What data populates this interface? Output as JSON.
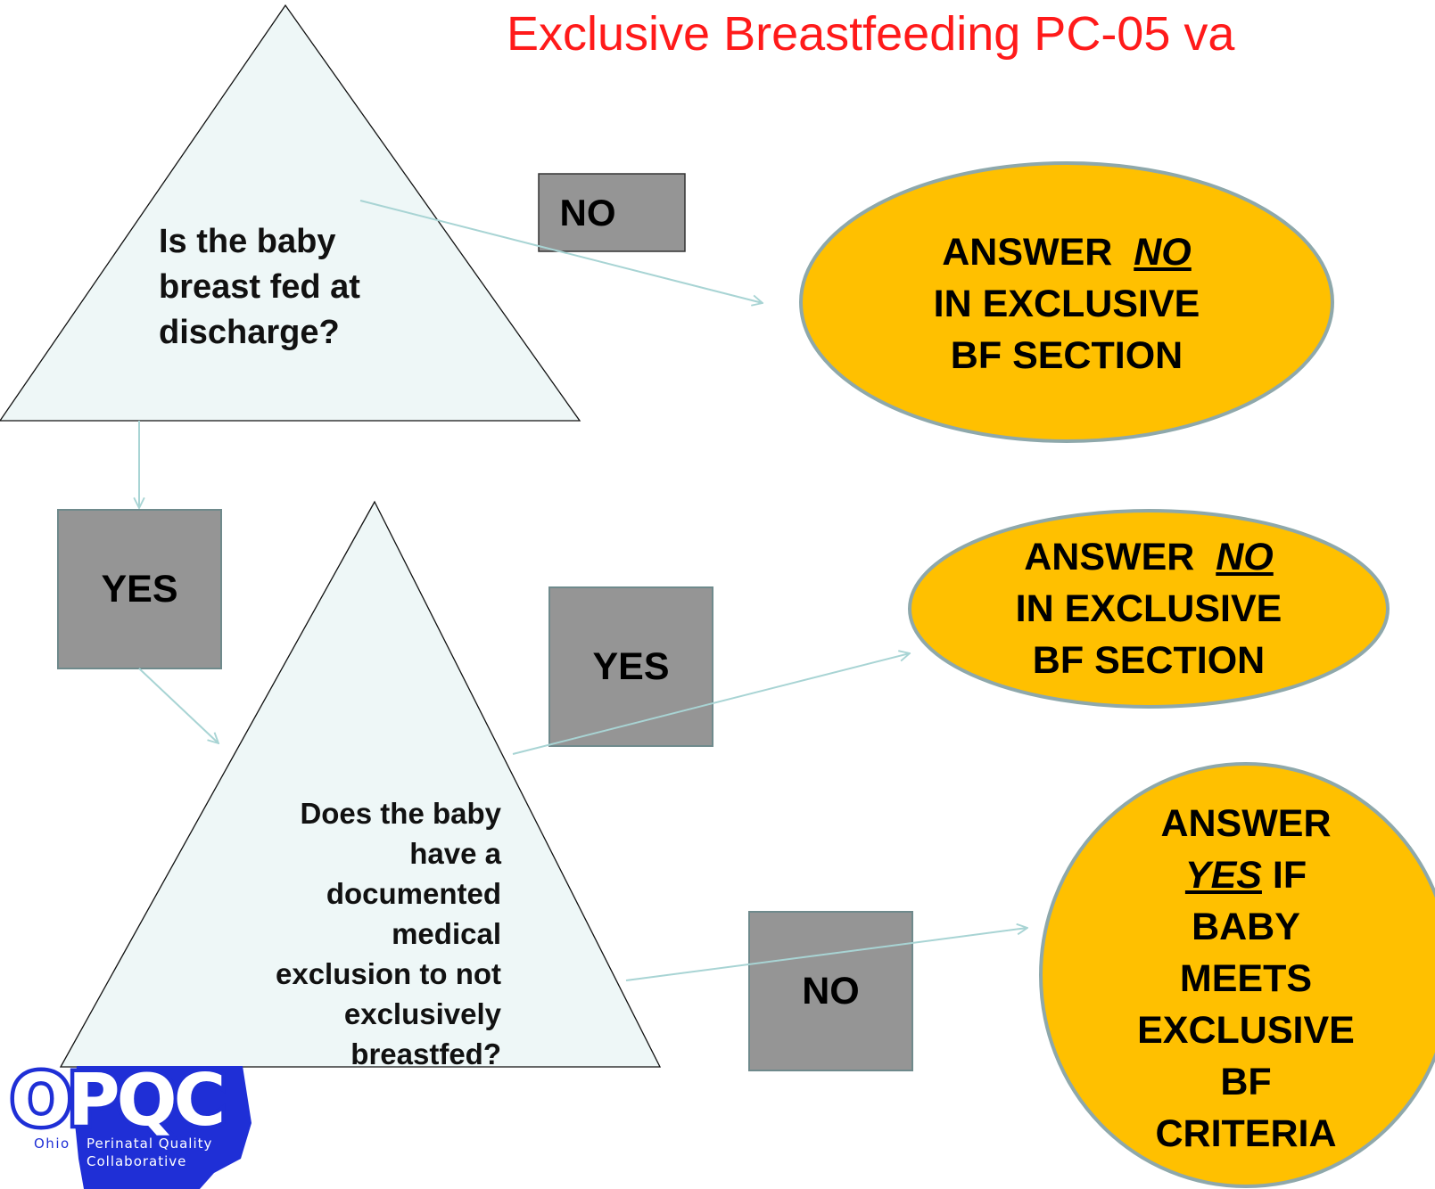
{
  "title": "Exclusive Breastfeeding PC-05  va",
  "question1": "Is the baby breast fed at discharge?",
  "question2_lines": [
    "Does the baby",
    "have a",
    "documented",
    "medical",
    "exclusion to  not",
    "exclusively",
    "breastfed?"
  ],
  "labels": {
    "no_top": "NO",
    "yes_left": "YES",
    "yes_mid": "YES",
    "no_bottom": "NO"
  },
  "outcome1": {
    "line1_prefix": "ANSWER",
    "line1_emph": "NO",
    "line2": "IN EXCLUSIVE",
    "line3": "BF SECTION"
  },
  "outcome2": {
    "line1_prefix": "ANSWER",
    "line1_emph": "NO",
    "line2": "IN EXCLUSIVE",
    "line3": "BF SECTION"
  },
  "outcome3": {
    "line1": "ANSWER",
    "line2_emph": "YES",
    "line2_suffix": " IF",
    "line3": "BABY",
    "line4": "MEETS",
    "line5": "EXCLUSIVE",
    "line6": "BF",
    "line7": "CRITERIA"
  },
  "logo": {
    "mark": "OPQC",
    "state": "Ohio",
    "name_line1": "Perinatal Quality",
    "name_line2": "Collaborative"
  },
  "colors": {
    "title": "#ff1a1a",
    "triangle_fill": "#eef7f7",
    "box_fill": "#959595",
    "oval_fill": "#ffc000",
    "oval_border": "#8ea8ab",
    "arrow": "#a8d4d4",
    "logo_blue": "#1f2fd6"
  }
}
